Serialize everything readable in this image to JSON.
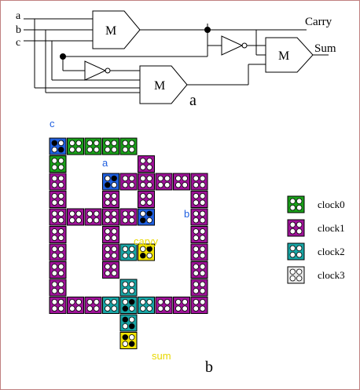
{
  "circuit": {
    "inputs": [
      "a",
      "b",
      "c"
    ],
    "gate_label": "M",
    "outputs": {
      "carry": "Carry",
      "sum": "Sum"
    },
    "panel_label": "a"
  },
  "qca": {
    "panel_label": "b",
    "labels": {
      "c": "c",
      "a": "a",
      "b": "b",
      "carry": "caryy",
      "sum": "sum"
    },
    "colors": {
      "clock0": "#1aa01a",
      "clock1": "#a0129a",
      "clock2": "#18a6a6",
      "clock3": "#e8e8e8",
      "input": "#1f5fe0",
      "output": "#f2e400",
      "label_blue": "#1f5fe0",
      "label_yellow": "#e8d800"
    },
    "legend": [
      {
        "key": "clock0",
        "label": "clock0"
      },
      {
        "key": "clock1",
        "label": "clock1"
      },
      {
        "key": "clock2",
        "label": "clock2"
      },
      {
        "key": "clock3",
        "label": "clock3"
      }
    ],
    "cells": [
      {
        "row": 0,
        "col": 0,
        "type": "input",
        "pol": "p"
      },
      {
        "row": 0,
        "col": 1,
        "type": "clock0"
      },
      {
        "row": 0,
        "col": 2,
        "type": "clock0"
      },
      {
        "row": 0,
        "col": 3,
        "type": "clock0"
      },
      {
        "row": 0,
        "col": 4,
        "type": "clock0"
      },
      {
        "row": 1,
        "col": 0,
        "type": "clock0"
      },
      {
        "row": 1,
        "col": 5,
        "type": "clock1"
      },
      {
        "row": 2,
        "col": 0,
        "type": "clock1"
      },
      {
        "row": 2,
        "col": 3,
        "type": "input",
        "pol": "n"
      },
      {
        "row": 2,
        "col": 4,
        "type": "clock1"
      },
      {
        "row": 2,
        "col": 5,
        "type": "clock1"
      },
      {
        "row": 2,
        "col": 6,
        "type": "clock1"
      },
      {
        "row": 2,
        "col": 7,
        "type": "clock1"
      },
      {
        "row": 2,
        "col": 8,
        "type": "clock1"
      },
      {
        "row": 3,
        "col": 0,
        "type": "clock1"
      },
      {
        "row": 3,
        "col": 3,
        "type": "clock1"
      },
      {
        "row": 3,
        "col": 5,
        "type": "clock1"
      },
      {
        "row": 3,
        "col": 8,
        "type": "clock1"
      },
      {
        "row": 4,
        "col": 0,
        "type": "clock1"
      },
      {
        "row": 4,
        "col": 1,
        "type": "clock1"
      },
      {
        "row": 4,
        "col": 2,
        "type": "clock1"
      },
      {
        "row": 4,
        "col": 3,
        "type": "clock1"
      },
      {
        "row": 4,
        "col": 4,
        "type": "clock1"
      },
      {
        "row": 4,
        "col": 5,
        "type": "input",
        "pol": "n"
      },
      {
        "row": 4,
        "col": 8,
        "type": "clock1"
      },
      {
        "row": 5,
        "col": 0,
        "type": "clock1"
      },
      {
        "row": 5,
        "col": 3,
        "type": "clock1"
      },
      {
        "row": 5,
        "col": 8,
        "type": "clock1"
      },
      {
        "row": 6,
        "col": 0,
        "type": "clock1"
      },
      {
        "row": 6,
        "col": 3,
        "type": "clock1"
      },
      {
        "row": 6,
        "col": 4,
        "type": "clock2"
      },
      {
        "row": 6,
        "col": 5,
        "type": "output",
        "pol": "n"
      },
      {
        "row": 6,
        "col": 8,
        "type": "clock1"
      },
      {
        "row": 7,
        "col": 0,
        "type": "clock1"
      },
      {
        "row": 7,
        "col": 3,
        "type": "clock1"
      },
      {
        "row": 7,
        "col": 8,
        "type": "clock1"
      },
      {
        "row": 8,
        "col": 0,
        "type": "clock1"
      },
      {
        "row": 8,
        "col": 4,
        "type": "clock2"
      },
      {
        "row": 8,
        "col": 8,
        "type": "clock1"
      },
      {
        "row": 9,
        "col": 0,
        "type": "clock1"
      },
      {
        "row": 9,
        "col": 1,
        "type": "clock1"
      },
      {
        "row": 9,
        "col": 2,
        "type": "clock1"
      },
      {
        "row": 9,
        "col": 3,
        "type": "clock2"
      },
      {
        "row": 9,
        "col": 4,
        "type": "clock2",
        "pol": "n"
      },
      {
        "row": 9,
        "col": 5,
        "type": "clock2"
      },
      {
        "row": 9,
        "col": 6,
        "type": "clock1"
      },
      {
        "row": 9,
        "col": 7,
        "type": "clock1"
      },
      {
        "row": 9,
        "col": 8,
        "type": "clock1"
      },
      {
        "row": 10,
        "col": 4,
        "type": "clock2",
        "pol": "p"
      },
      {
        "row": 11,
        "col": 4,
        "type": "output",
        "pol": "p"
      }
    ]
  }
}
